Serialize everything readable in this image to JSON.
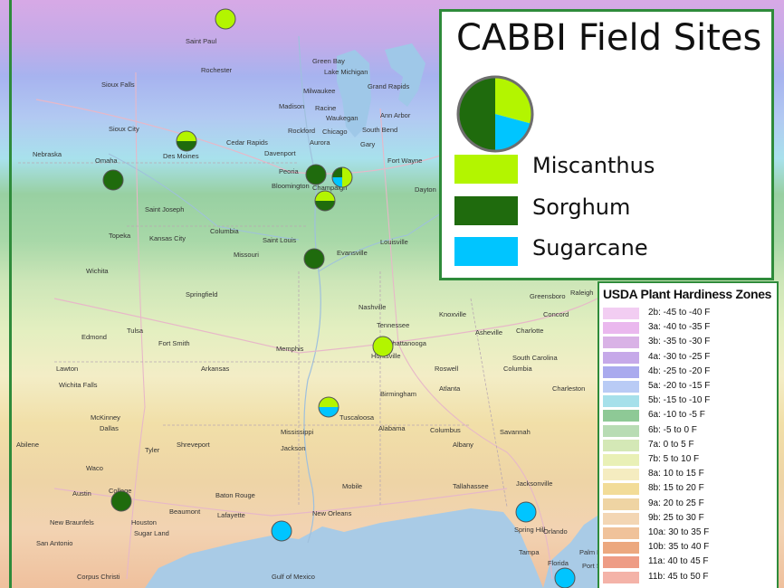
{
  "legend": {
    "title": "CABBI Field Sites",
    "crops": [
      {
        "name": "Miscanthus",
        "color": "#b3f500"
      },
      {
        "name": "Sorghum",
        "color": "#1f6b0d"
      },
      {
        "name": "Sugarcane",
        "color": "#00c5ff"
      }
    ]
  },
  "zones": {
    "title": "USDA Plant Hardiness Zones",
    "items": [
      {
        "label": "2b: -45 to -40 F",
        "color": "#f2cdf2"
      },
      {
        "label": "3a: -40 to -35 F",
        "color": "#eab8ee"
      },
      {
        "label": "3b: -35 to -30 F",
        "color": "#d9b2e6"
      },
      {
        "label": "4a: -30 to -25 F",
        "color": "#c6a9e9"
      },
      {
        "label": "4b: -25 to -20 F",
        "color": "#aaaaee"
      },
      {
        "label": "5a: -20 to -15 F",
        "color": "#b9cbf5"
      },
      {
        "label": "5b: -15 to -10 F",
        "color": "#a6e0ea"
      },
      {
        "label": "6a: -10 to -5 F",
        "color": "#8ec996"
      },
      {
        "label": "6b: -5 to 0 F",
        "color": "#b8dcb4"
      },
      {
        "label": "7a: 0 to 5 F",
        "color": "#d4e8b6"
      },
      {
        "label": "7b: 5 to 10 F",
        "color": "#e9f0b6"
      },
      {
        "label": "8a: 10 to 15 F",
        "color": "#f5ecc0"
      },
      {
        "label": "8b: 15 to 20 F",
        "color": "#f2dc98"
      },
      {
        "label": "9a: 20 to 25 F",
        "color": "#efd4a3"
      },
      {
        "label": "9b: 25 to 30 F",
        "color": "#f3d6b4"
      },
      {
        "label": "10a: 30 to 35 F",
        "color": "#f0c29a"
      },
      {
        "label": "10b: 35 to 40 F",
        "color": "#eca87f"
      },
      {
        "label": "11a: 40 to 45 F",
        "color": "#ee9c85"
      },
      {
        "label": "11b: 45 to 50 F",
        "color": "#f4b3a8"
      }
    ]
  },
  "places": [
    "Saint Paul",
    "Rochester",
    "Green Bay",
    "Lake Michigan",
    "Sioux Falls",
    "Milwaukee",
    "Grand Rapids",
    "Madison",
    "Racine",
    "Waukegan",
    "Ann Arbor",
    "Sioux City",
    "Rockford",
    "Chicago",
    "South Bend",
    "Cedar Rapids",
    "Aurora",
    "Gary",
    "Des Moines",
    "Davenport",
    "Nebraska",
    "Omaha",
    "Peoria",
    "Fort Wayne",
    "Bloomington",
    "Champaign",
    "Dayton",
    "Saint Joseph",
    "Topeka",
    "Kansas City",
    "Columbia",
    "Saint Louis",
    "Louisville",
    "Missouri",
    "Evansville",
    "Wichita",
    "Springfield",
    "Nashville",
    "Knoxville",
    "Greensboro",
    "Raleigh",
    "Concord",
    "Edmond",
    "Tulsa",
    "Fort Smith",
    "Memphis",
    "Tennessee",
    "Asheville",
    "Charlotte",
    "Chattanooga",
    "Columbia",
    "Lawton",
    "Wichita Falls",
    "Arkansas",
    "Huntsville",
    "Roswell",
    "Atlanta",
    "South Carolina",
    "Birmingham",
    "Charleston",
    "McKinney",
    "Tuscaloosa",
    "Dallas",
    "Mississippi",
    "Alabama",
    "Columbus",
    "Savannah",
    "Abilene",
    "Tyler",
    "Shreveport",
    "Jackson",
    "Albany",
    "Waco",
    "Mobile",
    "Tallahassee",
    "Jacksonville",
    "Austin",
    "College",
    "Baton Rouge",
    "Beaumont",
    "Lafayette",
    "New Orleans",
    "Houston",
    "New Braunfels",
    "Sugar Land",
    "San Antonio",
    "Spring Hill",
    "Orlando",
    "Tampa",
    "Palm Bay",
    "Florida",
    "Port St. Lucie",
    "Corpus Christi",
    "Gulf of Mexico"
  ],
  "sites": [
    {
      "id": "saint-paul",
      "shares": {
        "Miscanthus": 1
      }
    },
    {
      "id": "des-moines",
      "shares": {
        "Miscanthus": 0.5,
        "Sorghum": 0.5
      }
    },
    {
      "id": "omaha",
      "shares": {
        "Sorghum": 1
      }
    },
    {
      "id": "peoria",
      "shares": {
        "Sorghum": 1
      }
    },
    {
      "id": "urbana",
      "shares": {
        "Miscanthus": 0.5,
        "Sorghum": 0.25,
        "Sugarcane": 0.25
      }
    },
    {
      "id": "champaign",
      "shares": {
        "Miscanthus": 0.5,
        "Sorghum": 0.5
      }
    },
    {
      "id": "evansville",
      "shares": {
        "Sorghum": 1
      }
    },
    {
      "id": "huntsville",
      "shares": {
        "Miscanthus": 1
      }
    },
    {
      "id": "tuscaloosa",
      "shares": {
        "Miscanthus": 0.5,
        "Sugarcane": 0.5
      }
    },
    {
      "id": "college-station",
      "shares": {
        "Sorghum": 1
      }
    },
    {
      "id": "new-orleans",
      "shares": {
        "Sugarcane": 1
      }
    },
    {
      "id": "gainesville",
      "shares": {
        "Sugarcane": 1
      }
    },
    {
      "id": "port-st-lucie",
      "shares": {
        "Sugarcane": 1
      }
    }
  ]
}
